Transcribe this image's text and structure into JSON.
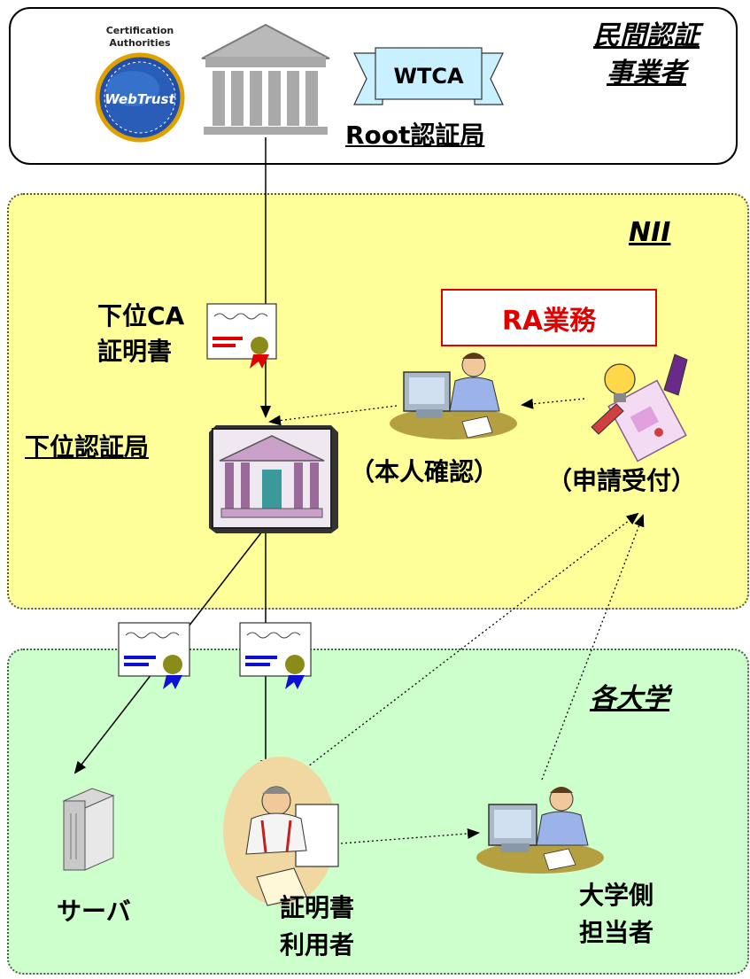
{
  "top": {
    "title_line1": "民間認証",
    "title_line2": "事業者",
    "webtrust_caption_line1": "Certification",
    "webtrust_caption_line2": "Authorities",
    "webtrust_seal_text": "WebTrust",
    "wtca_banner": "WTCA",
    "root_ca_label": "Root認証局"
  },
  "nii": {
    "title": "NII",
    "sub_ca_cert_line1": "下位CA",
    "sub_ca_cert_line2": "証明書",
    "sub_ca_label": "下位認証局",
    "ra_box": "RA業務",
    "identity_check": "（本人確認）",
    "application_receipt": "（申請受付）"
  },
  "univ": {
    "title": "各大学",
    "server_label": "サーバ",
    "cert_user_line1": "証明書",
    "cert_user_line2": "利用者",
    "staff_line1": "大学側",
    "staff_line2": "担当者"
  },
  "colors": {
    "nii_bg": "#ffff99",
    "univ_bg": "#ccffcc",
    "ra_red": "#e00000",
    "ribbon_red": "#e00000",
    "ribbon_blue": "#1010d0",
    "seal_olive": "#8b8b1a"
  }
}
